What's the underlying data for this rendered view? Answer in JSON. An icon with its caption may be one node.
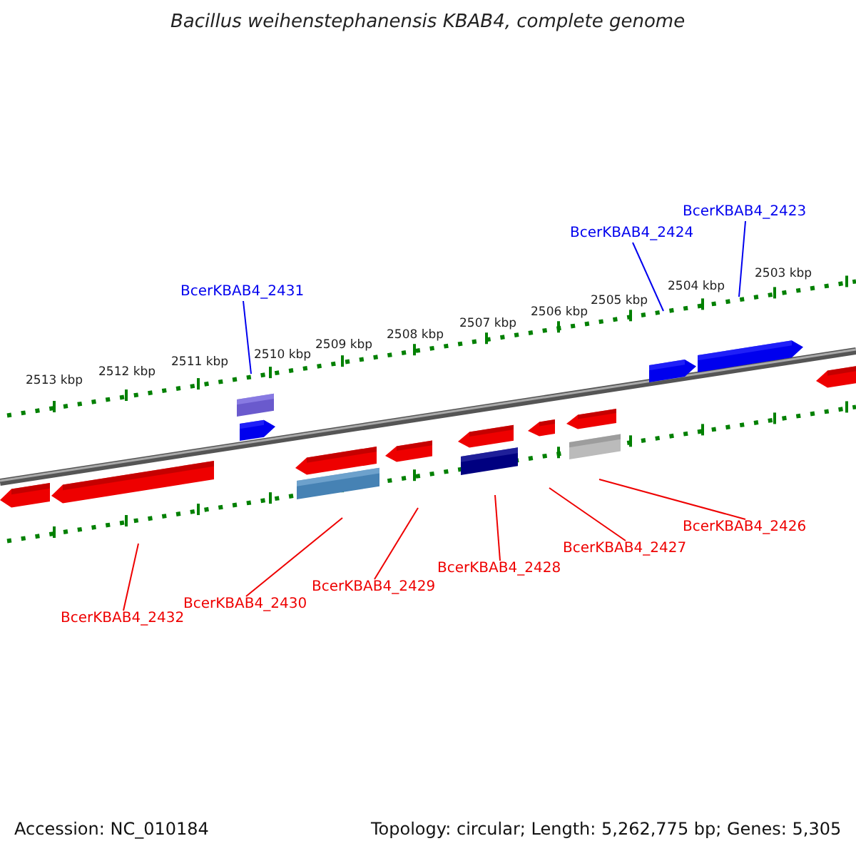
{
  "diagram": {
    "title": "Bacillus weihenstephanensis KBAB4, complete genome",
    "nodes": [
      {
        "text": [
          "BcerKBAB4_2423"
        ]
      },
      {
        "text": [
          "BcerKBAB4_2424"
        ]
      },
      {
        "text": [
          "BcerKBAB4_2431"
        ]
      },
      {
        "text": [
          "BcerKBAB4_2426"
        ]
      },
      {
        "text": [
          "BcerKBAB4_2427"
        ]
      },
      {
        "text": [
          "BcerKBAB4_2428"
        ]
      },
      {
        "text": [
          "BcerKBAB4_2429"
        ]
      },
      {
        "text": [
          "BcerKBAB4_2430"
        ]
      },
      {
        "text": [
          "BcerKBAB4_2432"
        ]
      }
    ],
    "edges": [
      {
        "from": 0,
        "to": null,
        "arrow": "none",
        "color": "#0000ee"
      },
      {
        "from": 1,
        "to": null,
        "arrow": "none",
        "color": "#0000ee"
      },
      {
        "from": 2,
        "to": null,
        "arrow": "none",
        "color": "#0000ee"
      },
      {
        "from": 3,
        "to": null,
        "arrow": "none"
      },
      {
        "from": 4,
        "to": null,
        "arrow": "none"
      },
      {
        "from": 5,
        "to": null,
        "arrow": "none"
      },
      {
        "from": 6,
        "to": null,
        "arrow": "none"
      },
      {
        "from": 7,
        "to": null,
        "arrow": "none"
      },
      {
        "from": 8,
        "to": null,
        "arrow": "none"
      }
    ],
    "labels": [
      "2503 kbp",
      "2504 kbp",
      "2505 kbp",
      "2506 kbp",
      "2507 kbp",
      "2508 kbp",
      "2509 kbp",
      "2510 kbp",
      "2511 kbp",
      "2512 kbp",
      "2513 kbp",
      "Accession: NC_010184",
      "Topology: circular; Length: 5,262,775 bp; Genes: 5,305"
    ]
  }
}
